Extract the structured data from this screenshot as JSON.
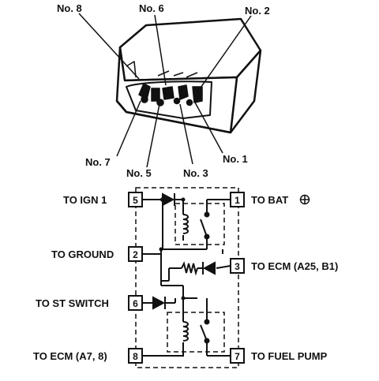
{
  "connector_callouts": {
    "no8": "No. 8",
    "no6": "No. 6",
    "no2": "No. 2",
    "no7": "No. 7",
    "no1": "No. 1",
    "no5": "No. 5",
    "no3": "No. 3"
  },
  "terminals": {
    "t5": "5",
    "t2": "2",
    "t6": "6",
    "t8": "8",
    "t1": "1",
    "t3": "3",
    "t7": "7"
  },
  "labels": {
    "ign1": "TO IGN 1",
    "ground": "TO GROUND",
    "st_switch": "TO ST SWITCH",
    "ecm_a7_8": "TO ECM (A7, 8)",
    "bat": "TO BAT",
    "ecm_a25_b1": "TO ECM (A25, B1)",
    "fuel_pump": "TO FUEL PUMP"
  },
  "icons": {
    "bat_symbol": "plus-in-circle-icon",
    "diode": "diode-icon",
    "relay_coil": "relay-coil-icon",
    "relay_switch": "relay-switch-icon",
    "resistor": "resistor-icon"
  },
  "colors": {
    "ink": "#111111",
    "background": "#ffffff"
  }
}
